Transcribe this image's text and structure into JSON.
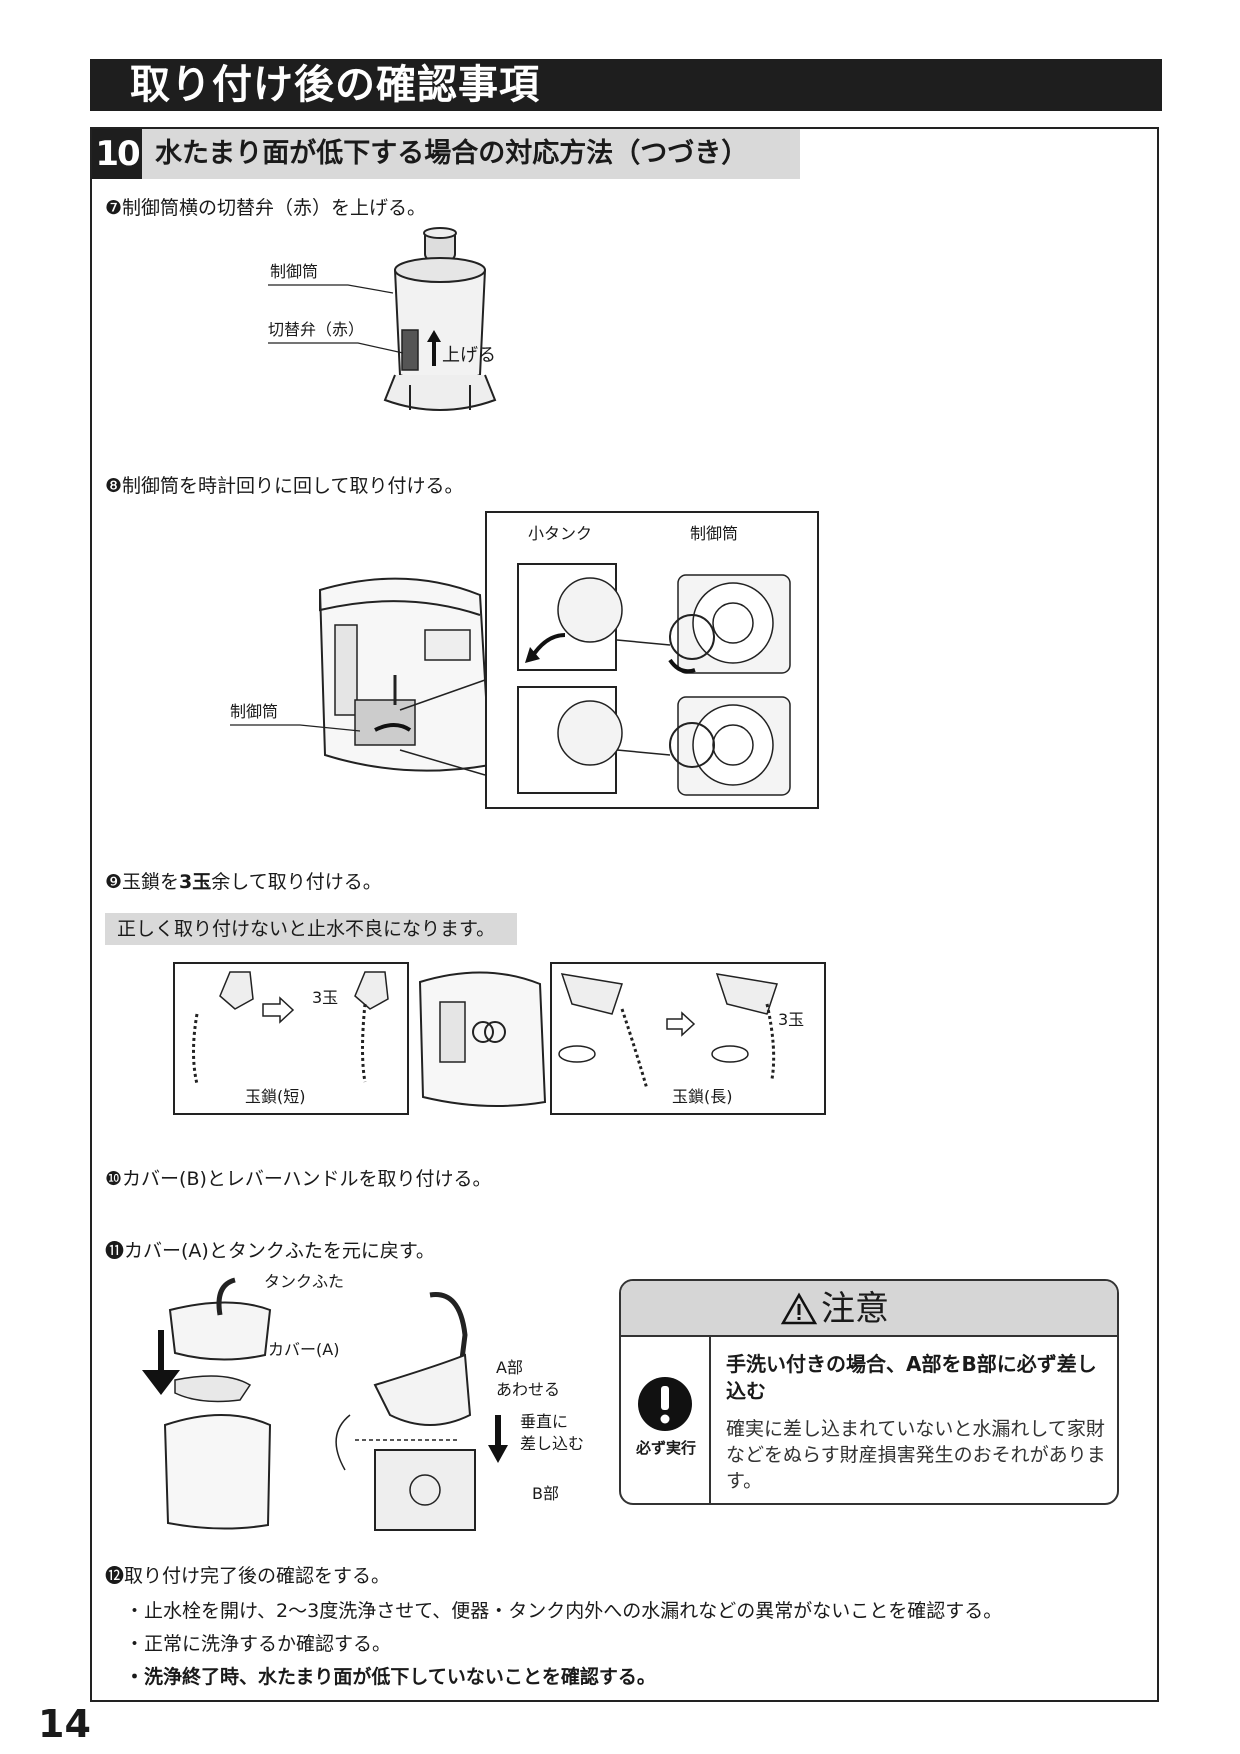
{
  "header": {
    "title": "取り付け後の確認事項"
  },
  "section": {
    "number": "10",
    "title": "水たまり面が低下する場合の対応方法（つづき）"
  },
  "steps": {
    "s7": "❼制御筒横の切替弁（赤）を上げる。",
    "s8": "❽制御筒を時計回りに回して取り付ける。",
    "s9_pre": "❾玉鎖を",
    "s9_bold": "3玉",
    "s9_post": "余して取り付ける。",
    "s10": "❿カバー(B)とレバーハンドルを取り付ける。",
    "s11": "⓫カバー(A)とタンクふたを元に戻す。",
    "s12": "⓬取り付け完了後の確認をする。"
  },
  "labels": {
    "seigyotou": "制御筒",
    "kirikaeben": "切替弁（赤）",
    "ageru": "上げる",
    "kotank": "小タンク",
    "san_dama": "3玉",
    "tamagusari_short": "玉鎖(短)",
    "tamagusari_long": "玉鎖(長)",
    "tank_futa": "タンクふた",
    "cover_a": "カバー(A)",
    "a_bu": "A部",
    "awaseru": "あわせる",
    "suichoku": "垂直に",
    "sashikomu": "差し込む",
    "b_bu": "B部"
  },
  "warning": "正しく取り付けないと止水不良になります。",
  "caution": {
    "title": "注意",
    "must_label": "必ず実行",
    "main": "手洗い付きの場合、A部をB部に必ず差し込む",
    "body": "確実に差し込まれていないと水漏れして家財などをぬらす財産損害発生のおそれがあります。"
  },
  "checks": [
    "・止水栓を開け、2〜3度洗浄させて、便器・タンク内外への水漏れなどの異常がないことを確認する。",
    "・正常に洗浄するか確認する。",
    "・洗浄終了時、水たまり面が低下していないことを確認する。"
  ],
  "page_number": "14"
}
